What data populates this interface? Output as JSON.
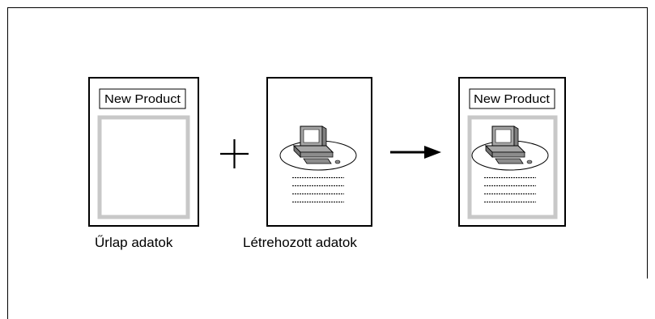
{
  "documents": {
    "form_title": "New Product",
    "result_title": "New Product"
  },
  "captions": {
    "form_data": "Űrlap adatok",
    "generated_data": "Létrehozott adatok"
  },
  "operators": {
    "plus": "+"
  },
  "icons": {
    "computer": "computer-icon",
    "arrow": "arrow-right-icon",
    "plus": "plus-icon"
  },
  "colors": {
    "line": "#000000",
    "placeholder_gray": "#c8c8c8",
    "computer_gray": "#a6a6a6"
  }
}
